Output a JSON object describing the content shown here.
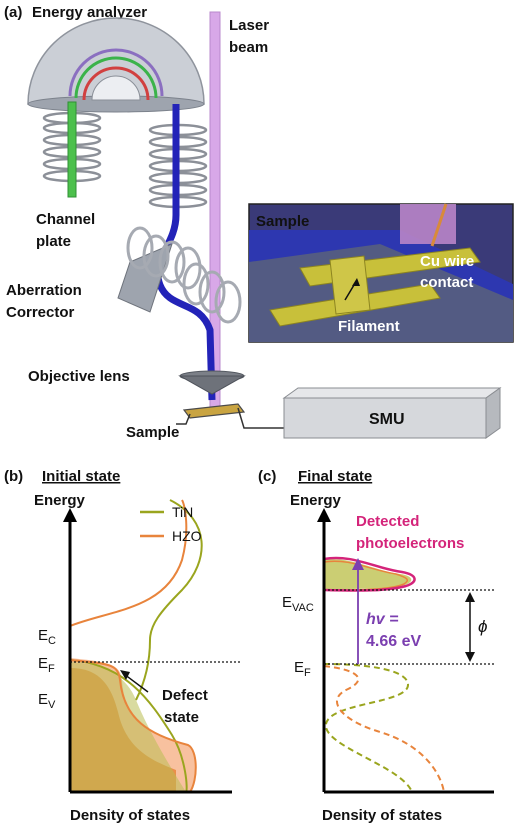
{
  "panel_a": {
    "panel_label": "(a)",
    "title": "Energy analyzer",
    "laser_label_line1": "Laser",
    "laser_label_line2": "beam",
    "channel_plate_line1": "Channel",
    "channel_plate_line2": "plate",
    "aberration_line1": "Aberration",
    "aberration_line2": "Corrector",
    "objective_lens": "Objective lens",
    "sample": "Sample",
    "smu": "SMU",
    "inset": {
      "sample": "Sample",
      "cu_wire_line1": "Cu wire",
      "cu_wire_line2": "contact",
      "filament": "Filament"
    }
  },
  "panel_b": {
    "panel_label": "(b)",
    "title": "Initial state",
    "y_axis": "Energy",
    "x_axis": "Density of states",
    "legend": [
      {
        "label": "TiN",
        "color": "#9aa51e"
      },
      {
        "label": "HZO",
        "color": "#e8843c"
      }
    ],
    "level_ec": "E",
    "level_ec_sub": "C",
    "level_ef": "E",
    "level_ef_sub": "F",
    "level_ev": "E",
    "level_ev_sub": "V",
    "defect_line1": "Defect",
    "defect_line2": "state"
  },
  "panel_c": {
    "panel_label": "(c)",
    "title": "Final state",
    "y_axis": "Energy",
    "x_axis": "Density of states",
    "detected_line1": "Detected",
    "detected_line2": "photoelectrons",
    "detected_color": "#d4247a",
    "level_evac": "E",
    "level_evac_sub": "VAC",
    "level_ef": "E",
    "level_ef_sub": "F",
    "hv_line1": "hv =",
    "hv_line2": "4.66 eV",
    "hv_color": "#7b3fb0",
    "phi": "ϕ"
  }
}
